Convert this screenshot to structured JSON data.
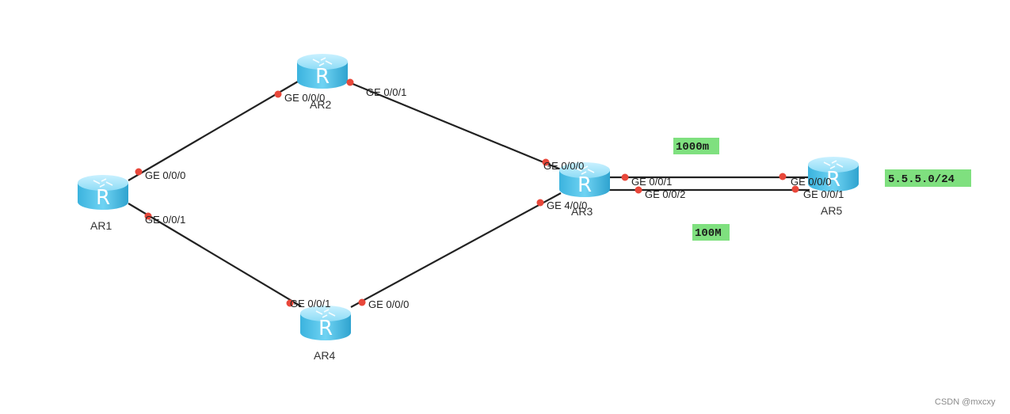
{
  "routers": [
    {
      "id": "ar1",
      "label": "AR1",
      "icon": "router-icon",
      "glyph": "R"
    },
    {
      "id": "ar2",
      "label": "AR2",
      "icon": "router-icon",
      "glyph": "R"
    },
    {
      "id": "ar3",
      "label": "AR3",
      "icon": "router-icon",
      "glyph": "R"
    },
    {
      "id": "ar4",
      "label": "AR4",
      "icon": "router-icon",
      "glyph": "R"
    },
    {
      "id": "ar5",
      "label": "AR5",
      "icon": "router-icon",
      "glyph": "R"
    }
  ],
  "links": [
    {
      "id": "ar1-ar2",
      "a": "AR1",
      "a_port": "GE 0/0/0",
      "b": "AR2",
      "b_port": "GE 0/0/0"
    },
    {
      "id": "ar2-ar3",
      "a": "AR2",
      "a_port": "GE 0/0/1",
      "b": "AR3",
      "b_port": "GE 0/0/0"
    },
    {
      "id": "ar1-ar4",
      "a": "AR1",
      "a_port": "GE 0/0/1",
      "b": "AR4",
      "b_port": "GE 0/0/1"
    },
    {
      "id": "ar4-ar3",
      "a": "AR4",
      "a_port": "GE 0/0/0",
      "b": "AR3",
      "b_port": "GE 4/0/0"
    },
    {
      "id": "ar3-ar5-top",
      "a": "AR3",
      "a_port": "GE 0/0/1",
      "b": "AR5",
      "b_port": "GE 0/0/0"
    },
    {
      "id": "ar3-ar5-bottom",
      "a": "AR3",
      "a_port": "GE 0/0/2",
      "b": "AR5",
      "b_port": "GE 0/0/1"
    }
  ],
  "tags": {
    "bandwidth_1000": "1000m",
    "bandwidth_100": "100M",
    "network": "5.5.5.0/24"
  },
  "watermark": "CSDN @mxcxy",
  "colors": {
    "link": "#222222",
    "port_dot": "#e8473a",
    "tag_bg": "#7fe07f",
    "router_body": "#4fc3e8",
    "router_top": "#9be3fb"
  }
}
